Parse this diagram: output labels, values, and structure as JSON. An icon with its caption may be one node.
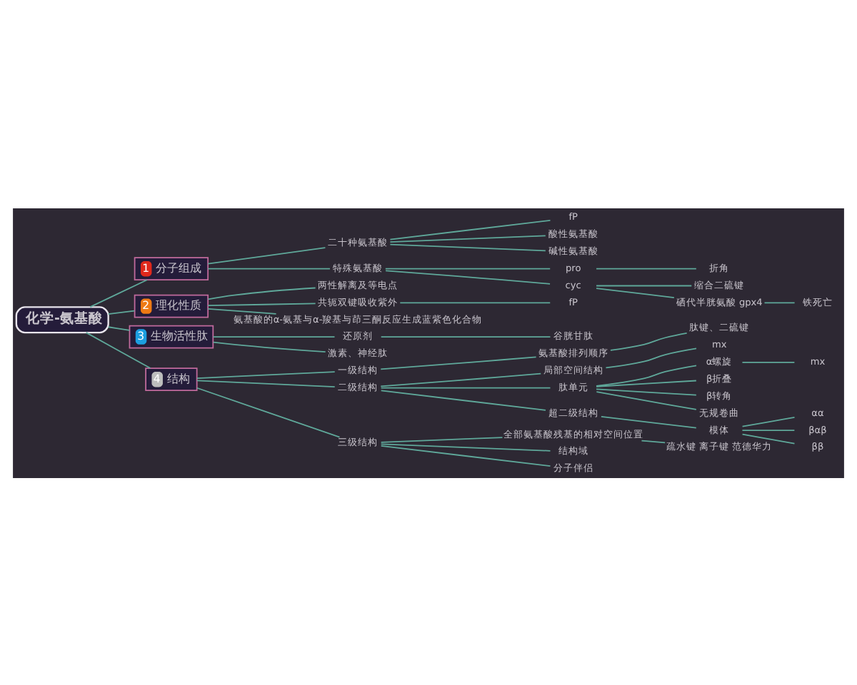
{
  "diagram": {
    "nodes": [
      {
        "text": [
          "化学-氨基酸"
        ]
      },
      {
        "text": [
          "1",
          "分子组成"
        ]
      },
      {
        "text": [
          "二十种氨基酸"
        ]
      },
      {
        "text": [
          "fP"
        ]
      },
      {
        "text": [
          "酸性氨基酸"
        ]
      },
      {
        "text": [
          "碱性氨基酸"
        ]
      },
      {
        "text": [
          "特殊氨基酸"
        ]
      },
      {
        "text": [
          "pro"
        ]
      },
      {
        "text": [
          "折角"
        ]
      },
      {
        "text": [
          "cyc"
        ]
      },
      {
        "text": [
          "缩合二硫键"
        ]
      },
      {
        "text": [
          "硒代半胱氨酸 gpx4"
        ]
      },
      {
        "text": [
          "铁死亡"
        ]
      },
      {
        "text": [
          "2",
          "理化性质"
        ]
      },
      {
        "text": [
          "两性解离及等电点"
        ]
      },
      {
        "text": [
          "共轭双键吸收紫外"
        ]
      },
      {
        "text": [
          "fP"
        ]
      },
      {
        "text": [
          "氨基酸的α-氨基与α-羧基与茚三酮反应生成蓝紫色化合物"
        ]
      },
      {
        "text": [
          "3",
          "生物活性肽"
        ]
      },
      {
        "text": [
          "还原剂"
        ]
      },
      {
        "text": [
          "谷胱甘肽"
        ]
      },
      {
        "text": [
          "激素、神经肽"
        ]
      },
      {
        "text": [
          "4",
          "结构"
        ]
      },
      {
        "text": [
          "一级结构"
        ]
      },
      {
        "text": [
          "氨基酸排列顺序"
        ]
      },
      {
        "text": [
          "肽键、二硫键"
        ]
      },
      {
        "text": [
          "二级结构"
        ]
      },
      {
        "text": [
          "局部空间结构"
        ]
      },
      {
        "text": [
          "mx"
        ]
      },
      {
        "text": [
          "肽单元"
        ]
      },
      {
        "text": [
          "α螺旋"
        ]
      },
      {
        "text": [
          "mx"
        ]
      },
      {
        "text": [
          "β折叠"
        ]
      },
      {
        "text": [
          "β转角"
        ]
      },
      {
        "text": [
          "无规卷曲"
        ]
      },
      {
        "text": [
          "超二级结构"
        ]
      },
      {
        "text": [
          "模体"
        ]
      },
      {
        "text": [
          "αα"
        ]
      },
      {
        "text": [
          "βαβ"
        ]
      },
      {
        "text": [
          "ββ"
        ]
      },
      {
        "text": [
          "三级结构"
        ]
      },
      {
        "text": [
          "全部氨基酸残基的相对空间位置"
        ]
      },
      {
        "text": [
          "疏水键 离子键 范德华力"
        ]
      },
      {
        "text": [
          "结构域"
        ]
      },
      {
        "text": [
          "分子伴侣"
        ]
      }
    ],
    "edges": [
      {
        "from": 0,
        "to": 1,
        "arrow": "none"
      },
      {
        "from": 1,
        "to": 2,
        "arrow": "none"
      },
      {
        "from": 2,
        "to": 3,
        "arrow": "none"
      },
      {
        "from": 2,
        "to": 4,
        "arrow": "none"
      },
      {
        "from": 2,
        "to": 5,
        "arrow": "none"
      },
      {
        "from": 1,
        "to": 6,
        "arrow": "none"
      },
      {
        "from": 6,
        "to": 7,
        "arrow": "none"
      },
      {
        "from": 7,
        "to": 8,
        "arrow": "none"
      },
      {
        "from": 6,
        "to": 9,
        "arrow": "none"
      },
      {
        "from": 9,
        "to": 10,
        "arrow": "none"
      },
      {
        "from": 9,
        "to": 11,
        "arrow": "none"
      },
      {
        "from": 11,
        "to": 12,
        "arrow": "none"
      },
      {
        "from": 0,
        "to": 13,
        "arrow": "none"
      },
      {
        "from": 13,
        "to": 14,
        "arrow": "none"
      },
      {
        "from": 13,
        "to": 15,
        "arrow": "none"
      },
      {
        "from": 15,
        "to": 16,
        "arrow": "none"
      },
      {
        "from": 13,
        "to": 17,
        "arrow": "none"
      },
      {
        "from": 0,
        "to": 18,
        "arrow": "none"
      },
      {
        "from": 18,
        "to": 19,
        "arrow": "none"
      },
      {
        "from": 19,
        "to": 20,
        "arrow": "none"
      },
      {
        "from": 18,
        "to": 21,
        "arrow": "none"
      },
      {
        "from": 0,
        "to": 22,
        "arrow": "none"
      },
      {
        "from": 22,
        "to": 23,
        "arrow": "none"
      },
      {
        "from": 23,
        "to": 24,
        "arrow": "none"
      },
      {
        "from": 24,
        "to": 25,
        "arrow": "none"
      },
      {
        "from": 22,
        "to": 26,
        "arrow": "none"
      },
      {
        "from": 26,
        "to": 27,
        "arrow": "none"
      },
      {
        "from": 27,
        "to": 28,
        "arrow": "none"
      },
      {
        "from": 26,
        "to": 29,
        "arrow": "none"
      },
      {
        "from": 29,
        "to": 30,
        "arrow": "none"
      },
      {
        "from": 30,
        "to": 31,
        "arrow": "none"
      },
      {
        "from": 29,
        "to": 32,
        "arrow": "none"
      },
      {
        "from": 29,
        "to": 33,
        "arrow": "none"
      },
      {
        "from": 29,
        "to": 34,
        "arrow": "none"
      },
      {
        "from": 26,
        "to": 35,
        "arrow": "none"
      },
      {
        "from": 35,
        "to": 36,
        "arrow": "none"
      },
      {
        "from": 36,
        "to": 37,
        "arrow": "none"
      },
      {
        "from": 36,
        "to": 38,
        "arrow": "none"
      },
      {
        "from": 36,
        "to": 39,
        "arrow": "none"
      },
      {
        "from": 22,
        "to": 40,
        "arrow": "none"
      },
      {
        "from": 40,
        "to": 41,
        "arrow": "none"
      },
      {
        "from": 41,
        "to": 42,
        "arrow": "none"
      },
      {
        "from": 40,
        "to": 43,
        "arrow": "none"
      },
      {
        "from": 40,
        "to": 44,
        "arrow": "none"
      }
    ]
  }
}
